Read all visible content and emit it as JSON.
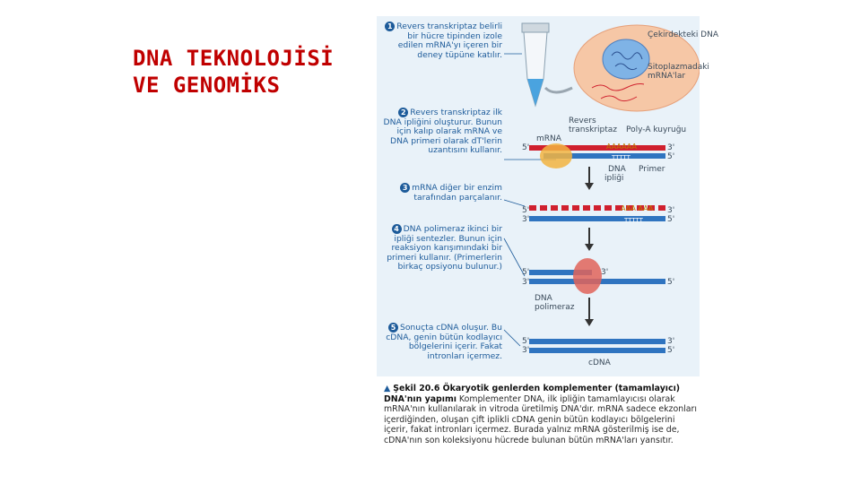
{
  "title": {
    "line1": "DNA TEKNOLOJİSİ",
    "line2": "VE GENOMİKS"
  },
  "steps": [
    {
      "num": "1",
      "text": "Revers transkriptaz belirli bir hücre tipinden izole edilen mRNA'yı içeren bir deney tüpüne katılır."
    },
    {
      "num": "2",
      "text": "Revers transkriptaz ilk DNA ipliğini oluşturur. Bunun için kalıp olarak mRNA ve DNA primeri olarak dT'lerin uzantısını kullanır."
    },
    {
      "num": "3",
      "text": "mRNA diğer bir enzim tarafından parçalanır."
    },
    {
      "num": "4",
      "text": "DNA polimeraz ikinci bir ipliği sentezler. Bunun için reaksiyon karışımındaki bir primeri kullanır. (Primerlerin birkaç opsiyonu bulunur.)"
    },
    {
      "num": "5",
      "text": "Sonuçta cDNA oluşur. Bu cDNA, genin bütün kodlayıcı bölgelerini içerir. Fakat intronları içermez."
    }
  ],
  "labels": {
    "nucleus_dna": "Çekirdekteki DNA",
    "cyto_mrna": "Sitoplazmadaki mRNA'lar",
    "revers": "Revers",
    "transkriptaz": "transkriptaz",
    "polya": "Poly-A kuyruğu",
    "mrna": "mRNA",
    "dna": "DNA",
    "ipligi": "ipliği",
    "primer": "Primer",
    "dna_pol1": "DNA",
    "dna_pol2": "polimeraz",
    "cdna": "cDNA",
    "five_p": "5'",
    "three_p": "3'",
    "aaaaaa": "AAAAAA",
    "tttt": "TTTTT",
    "aaa_split": "AAA AAA"
  },
  "caption": {
    "marker": "▲",
    "bold": "Şekil 20.6 Ökaryotik genlerden komplementer (tamamlayıcı) DNA'nın yapımı",
    "text": " Komplementer DNA, ilk ipliğin tamamlayıcısı olarak mRNA'nın kullanılarak in vitroda üretilmiş DNA'dır. mRNA sadece ekzonları içerdiğinden, oluşan çift iplikli cDNA genin bütün kodlayıcı bölgelerini içerir, fakat intronları içermez. Burada yalnız mRNA gösterilmiş ise de, cDNA'nın son koleksiyonu hücrede bulunan bütün mRNA'ları yansıtır."
  },
  "colors": {
    "title": "#c00000",
    "step_text": "#1d5b9a",
    "mrna": "#d0202e",
    "dna": "#2f74c0",
    "figure_bg": "#e9f2f9"
  }
}
